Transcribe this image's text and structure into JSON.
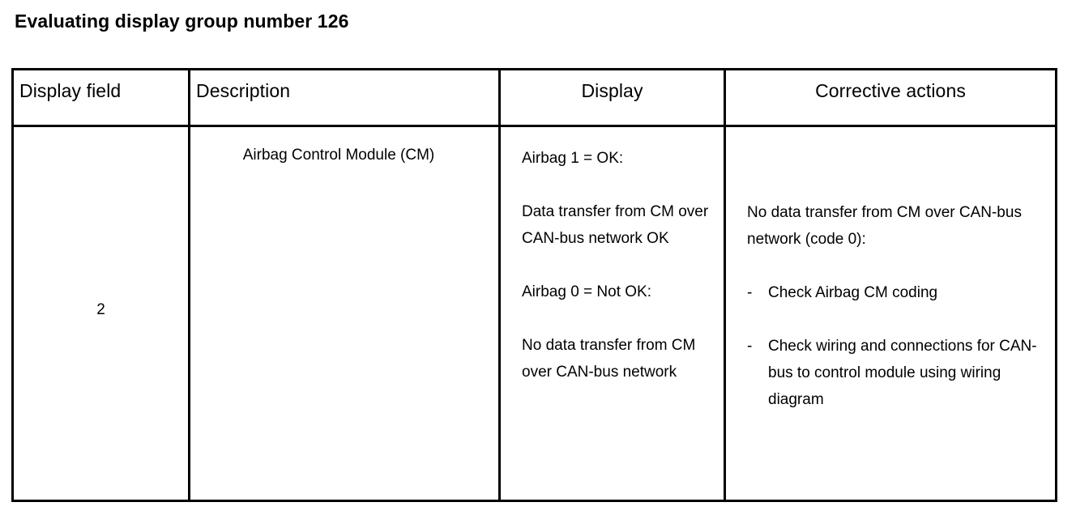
{
  "page": {
    "title": "Evaluating display group number 126"
  },
  "table": {
    "headers": [
      {
        "label": "Display field",
        "align": "left"
      },
      {
        "label": "Description",
        "align": "left"
      },
      {
        "label": "Display",
        "align": "center"
      },
      {
        "label": "Corrective actions",
        "align": "center"
      }
    ],
    "rows": [
      {
        "display_field": "2",
        "description": "Airbag Control Module (CM)",
        "display_blocks": [
          "Airbag 1 = OK:",
          "Data transfer from CM over CAN-bus network OK",
          "Airbag 0 = Not OK:",
          "No data transfer from CM over CAN-bus network"
        ],
        "corrective_intro": "No data transfer from CM over CAN-bus network (code 0):",
        "corrective_bullets": [
          {
            "marker": "-",
            "text": "Check Airbag CM coding"
          },
          {
            "marker": "-",
            "text": "Check wiring and connections for CAN-bus to control module using wiring diagram"
          }
        ]
      }
    ]
  },
  "colors": {
    "ink": "#000000",
    "paper": "#ffffff"
  }
}
